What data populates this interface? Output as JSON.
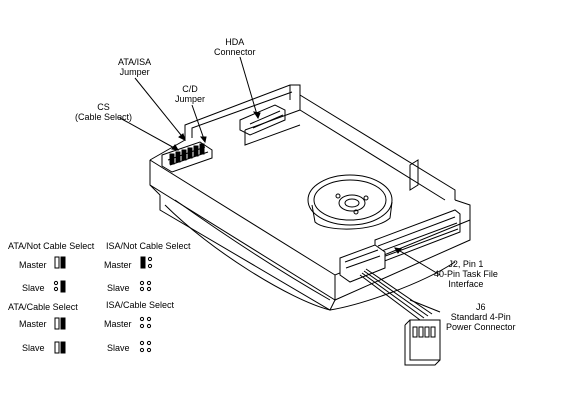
{
  "callouts": {
    "hda_connector": [
      "HDA",
      "Connector"
    ],
    "ata_isa_jumper": [
      "ATA/ISA",
      "Jumper"
    ],
    "cd_jumper": [
      "C/D",
      "Jumper"
    ],
    "cable_select": [
      "CS",
      "(Cable Select)"
    ],
    "j2_interface": [
      "J2, Pin 1",
      "40-Pin Task File",
      "Interface"
    ],
    "j6_power": [
      "J6",
      "Standard 4-Pin",
      "Power Connector"
    ]
  },
  "jumper_legend": {
    "ata_not_cs": {
      "title": "ATA/Not Cable Select",
      "rows": [
        "Master",
        "Slave"
      ]
    },
    "isa_not_cs": {
      "title": "ISA/Not Cable Select",
      "rows": [
        "Master",
        "Slave"
      ]
    },
    "ata_cs": {
      "title": "ATA/Cable Select",
      "rows": [
        "Master",
        "Slave"
      ]
    },
    "isa_cs": {
      "title": "ISA/Cable Select",
      "rows": [
        "Master",
        "Slave"
      ]
    }
  },
  "colors": {
    "ink": "#000000",
    "paper": "#ffffff"
  }
}
